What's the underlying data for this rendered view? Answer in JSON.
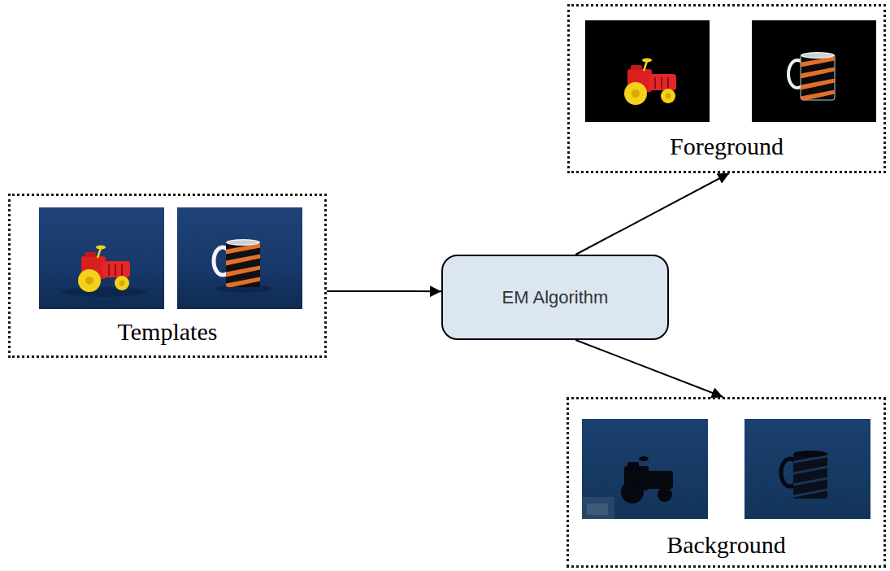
{
  "diagram": {
    "nodes": [
      {
        "text": [
          "Templates"
        ]
      },
      {
        "text": [
          "EM Algorithm"
        ]
      },
      {
        "text": [
          "Foreground"
        ]
      },
      {
        "text": [
          "Background"
        ]
      }
    ],
    "edges": [
      {
        "from": 0,
        "to": 1,
        "arrow": "to"
      },
      {
        "from": 1,
        "to": 2,
        "arrow": "to"
      },
      {
        "from": 1,
        "to": 3,
        "arrow": "to"
      }
    ]
  }
}
